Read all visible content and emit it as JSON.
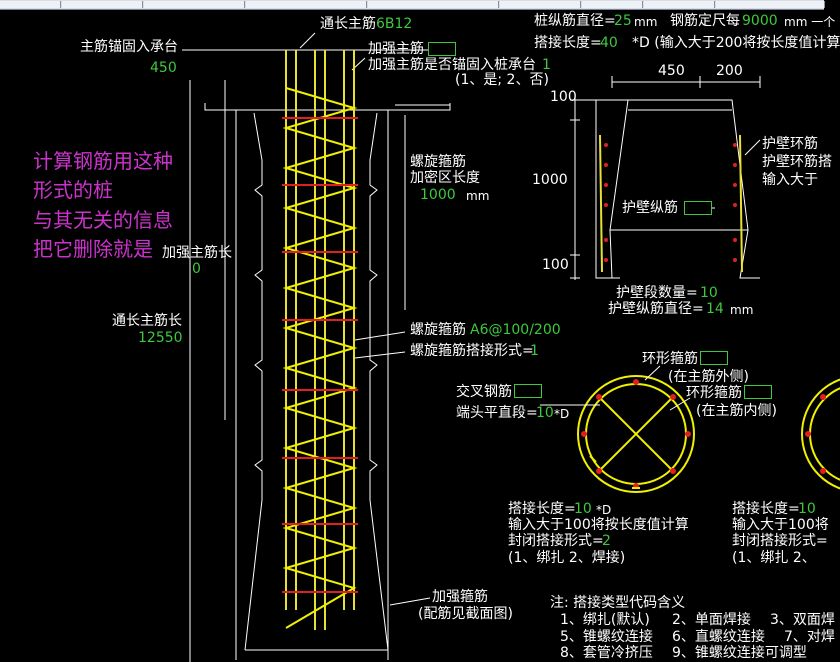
{
  "colors": {
    "main_rebar": "#e8e032",
    "spiral": "#f0f000",
    "stirrup_red": "#e02020",
    "label": "#ffffff",
    "value": "#3ec83e",
    "note": "#cc33cc"
  },
  "left": {
    "continuous_main_rebar": "通长主筋",
    "continuous_main_rebar_value": "6B12",
    "main_anchor_label": "主筋锚固入承台",
    "main_anchor_value": "450",
    "reinforce_main": "加强主筋",
    "reinforce_anchor_q": "加强主筋是否锚固入桩承台",
    "reinforce_anchor_value": "1",
    "reinforce_anchor_opts": "(1、是; 2、否)",
    "note_lines": [
      "计算钢筋用这种",
      "形式的桩",
      "与其无关的信息",
      "把它删除就是"
    ],
    "reinforce_main_length_label": "加强主筋长",
    "reinforce_main_length_value": "0",
    "continuous_main_length_label": "通长主筋长",
    "continuous_main_length_value": "12550",
    "spiral_dense_label1": "螺旋箍筋",
    "spiral_dense_label2": "加密区长度",
    "spiral_dense_value": "1000",
    "spiral_dense_unit": "mm",
    "spiral_label": "螺旋箍筋",
    "spiral_value": "A6@100/200",
    "spiral_lap_label": "螺旋箍筋搭接形式=",
    "spiral_lap_value": "1",
    "reinforce_stirrup": "加强箍筋",
    "reinforce_stirrup_note": "(配筋见截面图)"
  },
  "right": {
    "pile_diam_label": "桩纵筋直径=",
    "pile_diam_value": "25",
    "pile_diam_unit": "mm",
    "fixed_len_label": "钢筋定尺每",
    "fixed_len_value": "9000",
    "fixed_len_unit": "mm 一个",
    "lap_len_label": "搭接长度=",
    "lap_len_value": "40",
    "lap_len_note": "*D (输入大于200将按长度值计算",
    "dim_450": "450",
    "dim_200": "200",
    "dim_100_top": "100",
    "dim_1000": "1000",
    "dim_100_bot": "100",
    "wall_hoop": "护壁环筋",
    "wall_hoop_lap": "护壁环筋搭",
    "wall_hoop_gt": "输入大于",
    "wall_long": "护壁纵筋",
    "wall_seg_label": "护壁段数量=",
    "wall_seg_value": "10",
    "wall_long_diam_label": "护壁纵筋直径=",
    "wall_long_diam_value": "14",
    "wall_long_diam_unit": "mm",
    "ring_stirrup": "环形箍筋",
    "ring_outer": "(在主筋外侧)",
    "cross_rebar": "交叉钢筋",
    "ring_stirrup2": "环形箍筋",
    "ring_inner": "(在主筋内侧)",
    "end_straight_label": "端头平直段=",
    "end_straight_value": "10",
    "end_straight_unit": "*D",
    "lap_len2_label": "搭接长度=",
    "lap_len2_value": "10",
    "lap_len2_unit": "*D",
    "lap_gt100": "输入大于100将按长度值计算",
    "closed_lap_label": "封闭搭接形式=",
    "closed_lap_value": "2",
    "closed_lap_opts": "(1、绑扎 2、焊接)",
    "lap_len3_label": "搭接长度=",
    "lap_len3_value": "10",
    "lap_gt100_b": "输入大于100将",
    "closed_lap_b": "封闭搭接形式=",
    "closed_lap_opts_b": "(1、绑扎 2、",
    "notes_title": "注: 搭接类型代码含义",
    "notes_row1": [
      "1、绑扎(默认)",
      "2、单面焊接",
      "3、双面焊"
    ],
    "notes_row2": [
      "5、锥螺纹连接",
      "6、直螺纹连接",
      "7、对焊"
    ],
    "notes_row3": [
      "8、套管冷挤压",
      "9、锥螺纹连接可调型"
    ]
  }
}
